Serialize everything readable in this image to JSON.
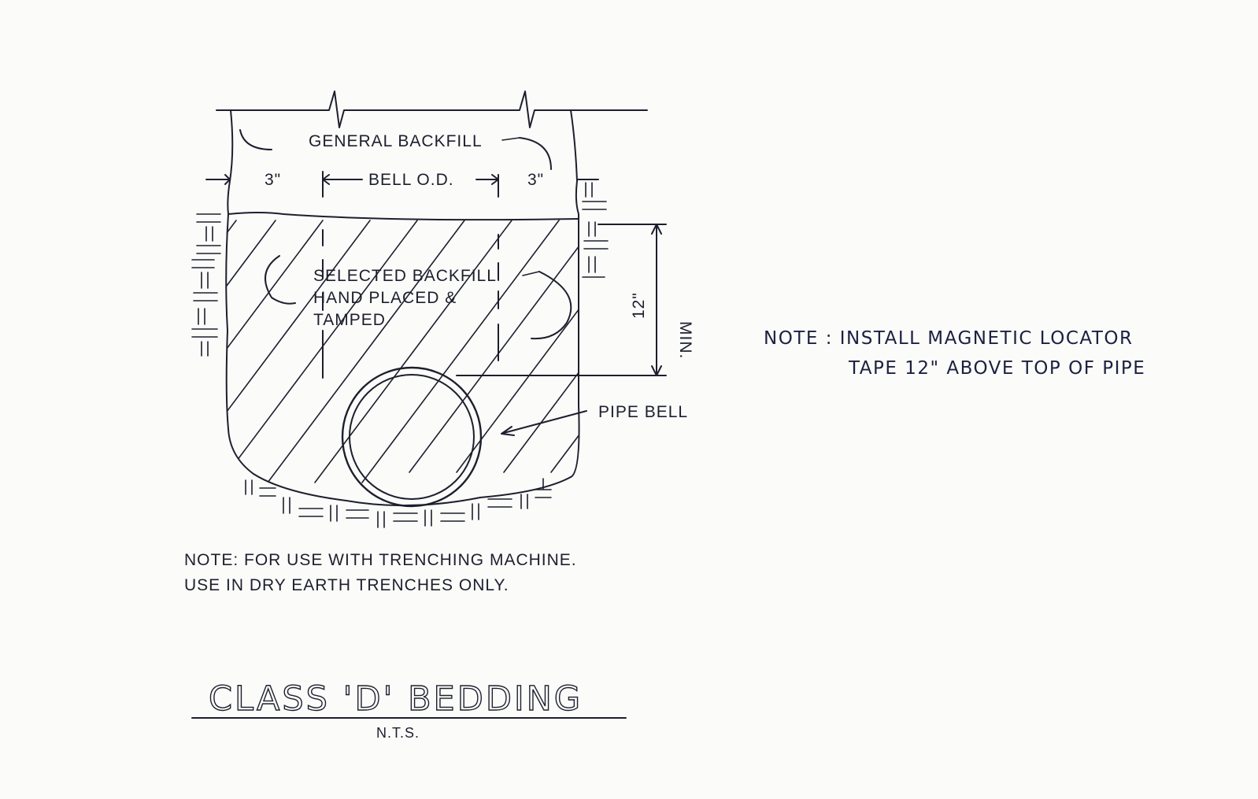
{
  "labels": {
    "general_backfill": "GENERAL BACKFILL",
    "left_clearance": "3\"",
    "bell_od": "BELL O.D.",
    "right_clearance": "3\"",
    "selected_backfill_line1": "SELECTED BACKFILL",
    "selected_backfill_line2": "HAND PLACED &",
    "selected_backfill_line3": "TAMPED",
    "cover_depth": "12\"",
    "cover_min": "MIN.",
    "pipe_bell": "PIPE BELL"
  },
  "notes": {
    "trench_line1": "NOTE: FOR USE WITH TRENCHING MACHINE.",
    "trench_line2": "USE IN DRY EARTH TRENCHES ONLY.",
    "handwritten_line1": "NOTE : INSTALL MAGNETIC LOCATOR",
    "handwritten_line2": "TAPE 12\" ABOVE TOP OF PIPE"
  },
  "title": {
    "main": "CLASS 'D' BEDDING",
    "scale": "N.T.S."
  },
  "colors": {
    "ink": "#1d1f2e",
    "paper": "#fbfbf9"
  }
}
